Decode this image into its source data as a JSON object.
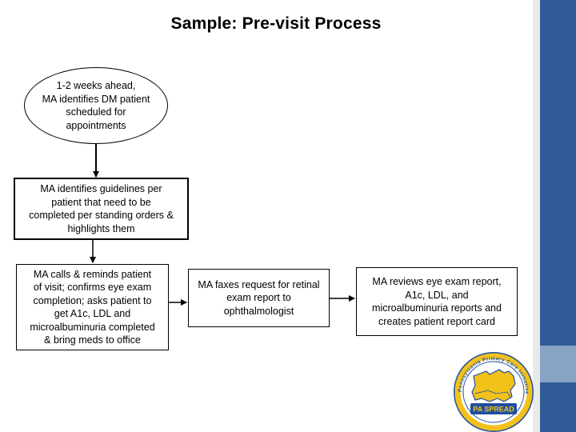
{
  "slide": {
    "title": "Sample: Pre-visit Process"
  },
  "diagram": {
    "nodes": [
      {
        "id": "n1",
        "shape": "ellipse",
        "text": "1-2 weeks ahead,\nMA identifies DM patient\nscheduled for\nappointments"
      },
      {
        "id": "n2",
        "shape": "box",
        "text": "MA identifies guidelines per\npatient that need to be\ncompleted per standing orders &\nhighlights them"
      },
      {
        "id": "n3",
        "shape": "box",
        "text": "MA calls & reminds patient\nof visit; confirms eye exam\ncompletion; asks patient to\nget A1c, LDL and\nmicroalbuminuria completed\n& bring meds to office"
      },
      {
        "id": "n4",
        "shape": "box",
        "text": "MA faxes request for retinal\nexam report to\nophthalmologist"
      },
      {
        "id": "n5",
        "shape": "box",
        "text": "MA reviews eye exam report,\nA1c, LDL, and\nmicroalbuminuria reports and\ncreates patient report card"
      }
    ],
    "edges": [
      {
        "from": "n1",
        "to": "n2"
      },
      {
        "from": "n2",
        "to": "n3"
      },
      {
        "from": "n3",
        "to": "n4"
      },
      {
        "from": "n4",
        "to": "n5"
      }
    ]
  },
  "logo": {
    "name": "PA SPREAD",
    "ring_text": "Pennsylvania Primary Care Initiative",
    "colors": {
      "ring": "#1f4fa0",
      "map": "#f2c21a",
      "banner": "#1f4fa0"
    }
  },
  "colors": {
    "band_blue": "#2f5b97",
    "band_light": "#e9e9e9"
  }
}
